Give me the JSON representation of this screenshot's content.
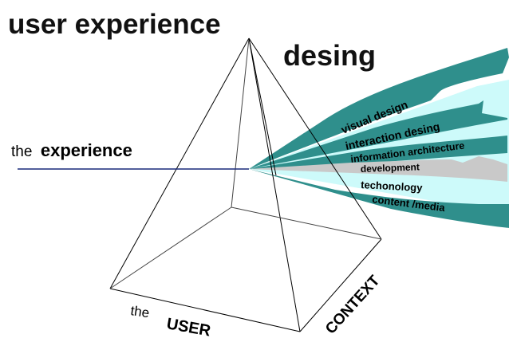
{
  "title_line1": "user experience",
  "title_line2": "desing",
  "experience_prefix": "the",
  "experience_word": "experience",
  "user_prefix": "the",
  "user_word": "USER",
  "context_label": "CONTEXT",
  "layers": [
    {
      "label": "visual design",
      "color": "#2f8f8c"
    },
    {
      "label": "interaction desing",
      "color": "#2f8f8c"
    },
    {
      "label": "information architecture",
      "color": "#2f8f8c"
    },
    {
      "label": "development",
      "color": "#c9c9c9"
    },
    {
      "label": "techonology",
      "color": "#cdfafa"
    },
    {
      "label": "content /media",
      "color": "#2f8f8c"
    }
  ],
  "colors": {
    "teal": "#2f8f8c",
    "light_cyan": "#cdfafa",
    "grey": "#c9c9c9",
    "experience_line": "#1a2a7a"
  }
}
